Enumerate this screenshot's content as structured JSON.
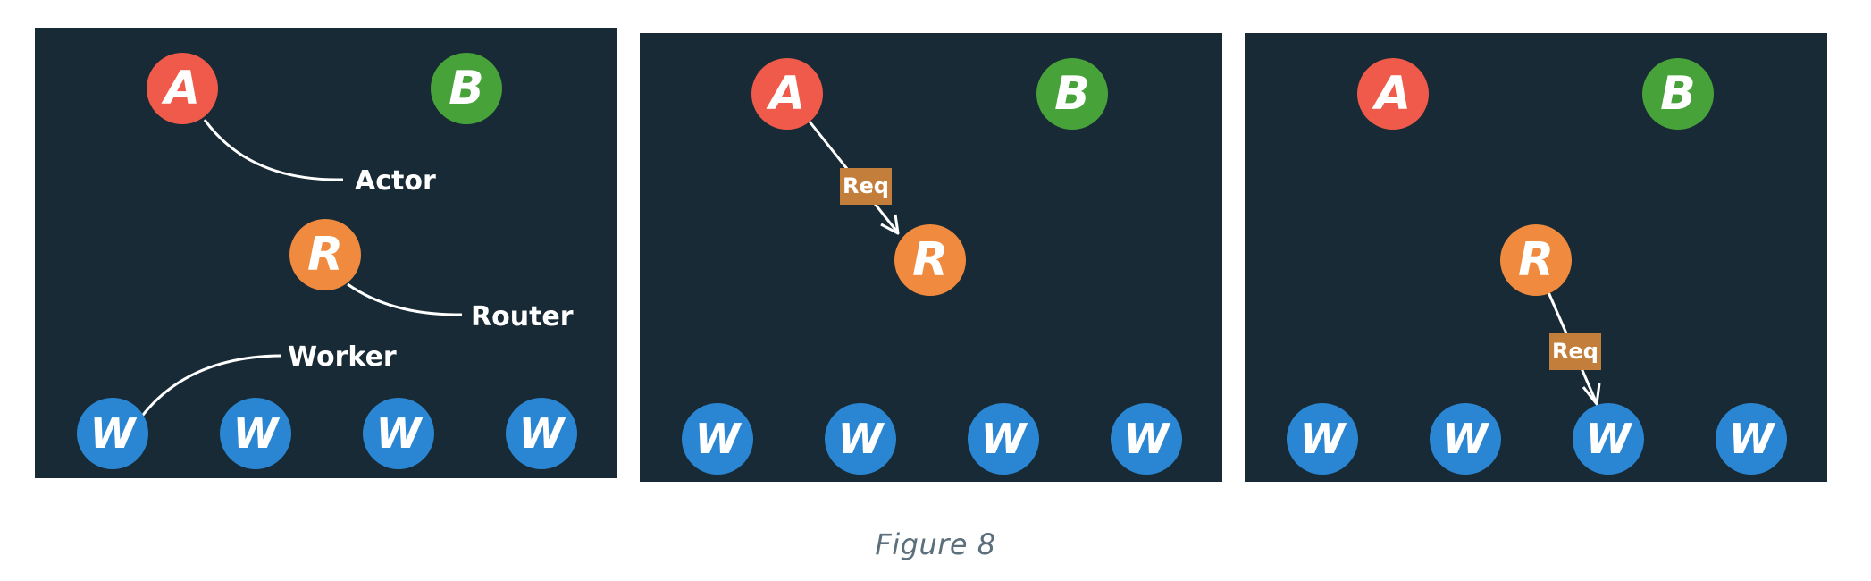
{
  "colors": {
    "background": "#172a35",
    "actor": "#ef5a4a",
    "actor_b": "#48a23a",
    "router": "#f08a3e",
    "worker": "#2a86d2",
    "req_box": "#c27e3a",
    "line": "#ffffff"
  },
  "letters": {
    "actor_a": "A",
    "actor_b": "B",
    "router": "R",
    "worker": "W"
  },
  "labels": {
    "actor": "Actor",
    "router": "Router",
    "worker": "Worker",
    "req": "Req"
  },
  "caption": "Figure 8"
}
